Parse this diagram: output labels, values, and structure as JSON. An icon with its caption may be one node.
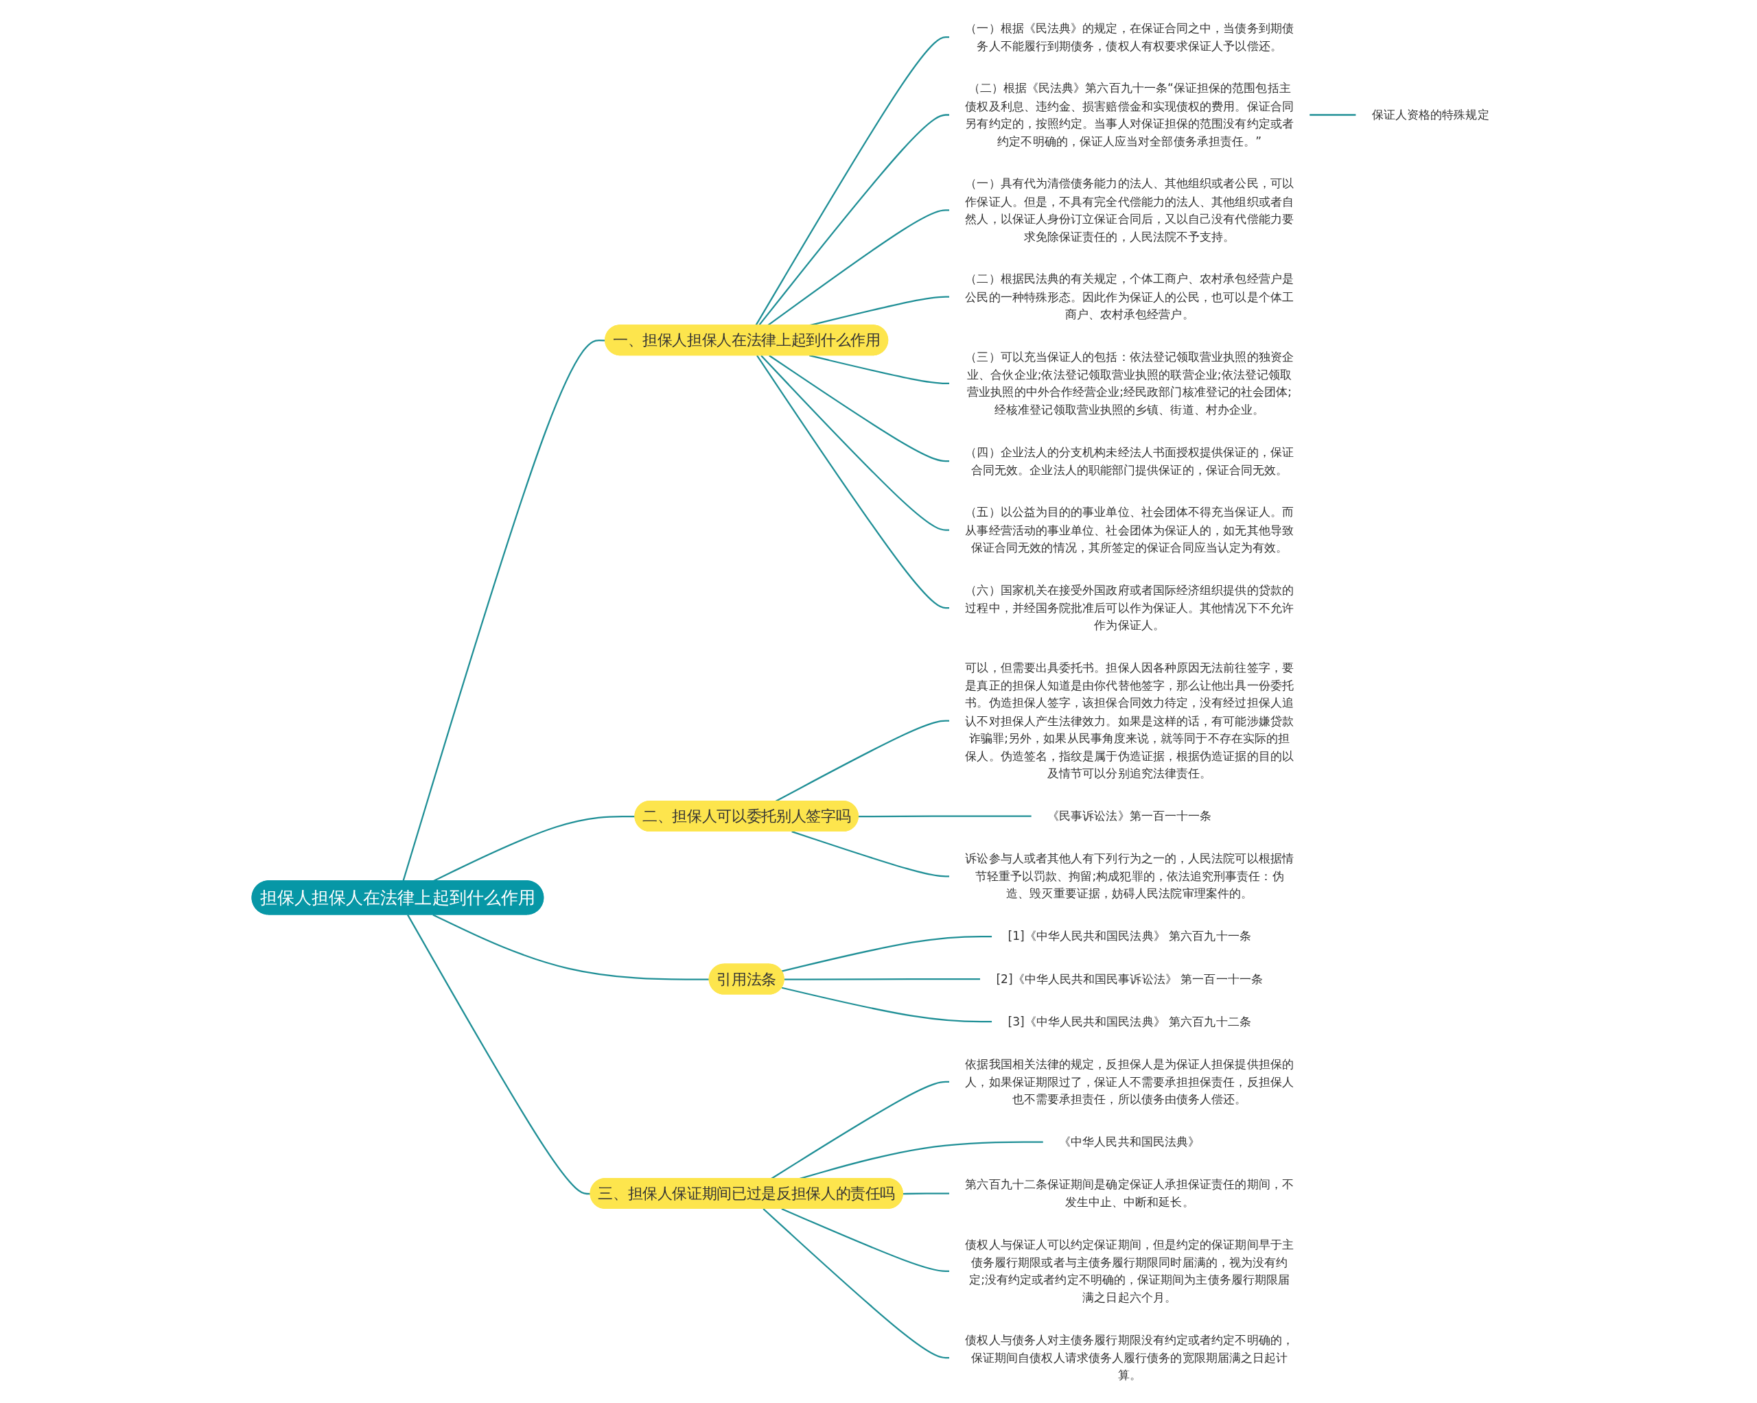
{
  "diagram": {
    "nodes": [
      {
        "text": [
          "担保人担保人在法律上起到什么作用"
        ]
      },
      {
        "text": [
          "一、担保人担保人在法律上起到什么作用"
        ]
      },
      {
        "text": [
          "（一）根据《民法典》的规定，在保证合同之中，当债务到期债务人不能履行到期债务，债权人有权要求保证人予以偿还。"
        ]
      },
      {
        "text": [
          "（二）根据《民法典》第六百九十一条“保证担保的范围包括主债权及利息、违约金、损害赔偿金和实现债权的费用。保证合同另有约定的，按照约定。当事人对保证担保的范围没有约定或者约定不明确的，保证人应当对全部债务承担责任。”"
        ]
      },
      {
        "text": [
          "保证人资格的特殊规定"
        ]
      },
      {
        "text": [
          "（一）具有代为清偿债务能力的法人、其他组织或者公民，可以作保证人。但是，不具有完全代偿能力的法人、其他组织或者自然人，以保证人身份订立保证合同后，又以自己没有代偿能力要求免除保证责任的，人民法院不予支持。"
        ]
      },
      {
        "text": [
          "（二）根据民法典的有关规定，个体工商户、农村承包经营户是公民的一种特殊形态。因此作为保证人的公民，也可以是个体工商户、农村承包经营户。"
        ]
      },
      {
        "text": [
          "（三）可以充当保证人的包括：依法登记领取营业执照的独资企业、合伙企业;依法登记领取营业执照的联营企业;依法登记领取营业执照的中外合作经营企业;经民政部门核准登记的社会团体;经核准登记领取营业执照的乡镇、街道、村办企业。"
        ]
      },
      {
        "text": [
          "（四）企业法人的分支机构未经法人书面授权提供保证的，保证合同无效。企业法人的职能部门提供保证的，保证合同无效。"
        ]
      },
      {
        "text": [
          "（五）以公益为目的的事业单位、社会团体不得充当保证人。而从事经营活动的事业单位、社会团体为保证人的，如无其他导致保证合同无效的情况，其所签定的保证合同应当认定为有效。"
        ]
      },
      {
        "text": [
          "（六）国家机关在接受外国政府或者国际经济组织提供的贷款的过程中，并经国务院批准后可以作为保证人。其他情况下不允许作为保证人。"
        ]
      },
      {
        "text": [
          "二、担保人可以委托别人签字吗"
        ]
      },
      {
        "text": [
          "可以，但需要出具委托书。担保人因各种原因无法前往签字，要是真正的担保人知道是由你代替他签字，那么让他出具一份委托书。伪造担保人签字，该担保合同效力待定，没有经过担保人追认不对担保人产生法律效力。如果是这样的话，有可能涉嫌贷款诈骗罪;另外，如果从民事角度来说，就等同于不存在实际的担保人。伪造签名，指纹是属于伪造证据，根据伪造证据的目的以及情节可以分别追究法律责任。"
        ]
      },
      {
        "text": [
          "《民事诉讼法》第一百一十一条"
        ]
      },
      {
        "text": [
          "诉讼参与人或者其他人有下列行为之一的，人民法院可以根据情节轻重予以罚款、拘留;构成犯罪的，依法追究刑事责任：伪造、毁灭重要证据，妨碍人民法院审理案件的。"
        ]
      },
      {
        "text": [
          "引用法条"
        ]
      },
      {
        "text": [
          "[1]《中华人民共和国民法典》 第六百九十一条"
        ]
      },
      {
        "text": [
          "[2]《中华人民共和国民事诉讼法》 第一百一十一条"
        ]
      },
      {
        "text": [
          "[3]《中华人民共和国民法典》 第六百九十二条"
        ]
      },
      {
        "text": [
          "三、担保人保证期间已过是反担保人的责任吗"
        ]
      },
      {
        "text": [
          "依据我国相关法律的规定，反担保人是为保证人担保提供担保的人，如果保证期限过了，保证人不需要承担担保责任，反担保人也不需要承担责任，所以债务由债务人偿还。"
        ]
      },
      {
        "text": [
          "《中华人民共和国民法典》"
        ]
      },
      {
        "text": [
          "第六百九十二条保证期间是确定保证人承担保证责任的期间，不发生中止、中断和延长。"
        ]
      },
      {
        "text": [
          "债权人与保证人可以约定保证期间，但是约定的保证期间早于主债务履行期限或者与主债务履行期限同时届满的，视为没有约定;没有约定或者约定不明确的，保证期间为主债务履行期限届满之日起六个月。"
        ]
      },
      {
        "text": [
          "债权人与债务人对主债务履行期限没有约定或者约定不明确的，保证期间自债权人请求债务人履行债务的宽限期届满之日起计算。"
        ]
      }
    ],
    "edges": [
      {
        "from": 0,
        "to": 1,
        "arrow": "none"
      },
      {
        "from": 1,
        "to": 2,
        "arrow": "none"
      },
      {
        "from": 1,
        "to": 3,
        "arrow": "none"
      },
      {
        "from": 3,
        "to": 4,
        "arrow": "none"
      },
      {
        "from": 1,
        "to": 5,
        "arrow": "none"
      },
      {
        "from": 1,
        "to": 6,
        "arrow": "none"
      },
      {
        "from": 1,
        "to": 7,
        "arrow": "none"
      },
      {
        "from": 1,
        "to": 8,
        "arrow": "none"
      },
      {
        "from": 1,
        "to": 9,
        "arrow": "none"
      },
      {
        "from": 1,
        "to": 10,
        "arrow": "none"
      },
      {
        "from": 0,
        "to": 11,
        "arrow": "none"
      },
      {
        "from": 11,
        "to": 12,
        "arrow": "none"
      },
      {
        "from": 11,
        "to": 13,
        "arrow": "none"
      },
      {
        "from": 11,
        "to": 14,
        "arrow": "none"
      },
      {
        "from": 0,
        "to": 15,
        "arrow": "none"
      },
      {
        "from": 15,
        "to": 16,
        "arrow": "none"
      },
      {
        "from": 15,
        "to": 17,
        "arrow": "none"
      },
      {
        "from": 15,
        "to": 18,
        "arrow": "none"
      },
      {
        "from": 0,
        "to": 19,
        "arrow": "none"
      },
      {
        "from": 19,
        "to": 20,
        "arrow": "none"
      },
      {
        "from": 19,
        "to": 21,
        "arrow": "none"
      },
      {
        "from": 19,
        "to": 22,
        "arrow": "none"
      },
      {
        "from": 19,
        "to": 23,
        "arrow": "none"
      },
      {
        "from": 19,
        "to": 24,
        "arrow": "none"
      }
    ]
  }
}
